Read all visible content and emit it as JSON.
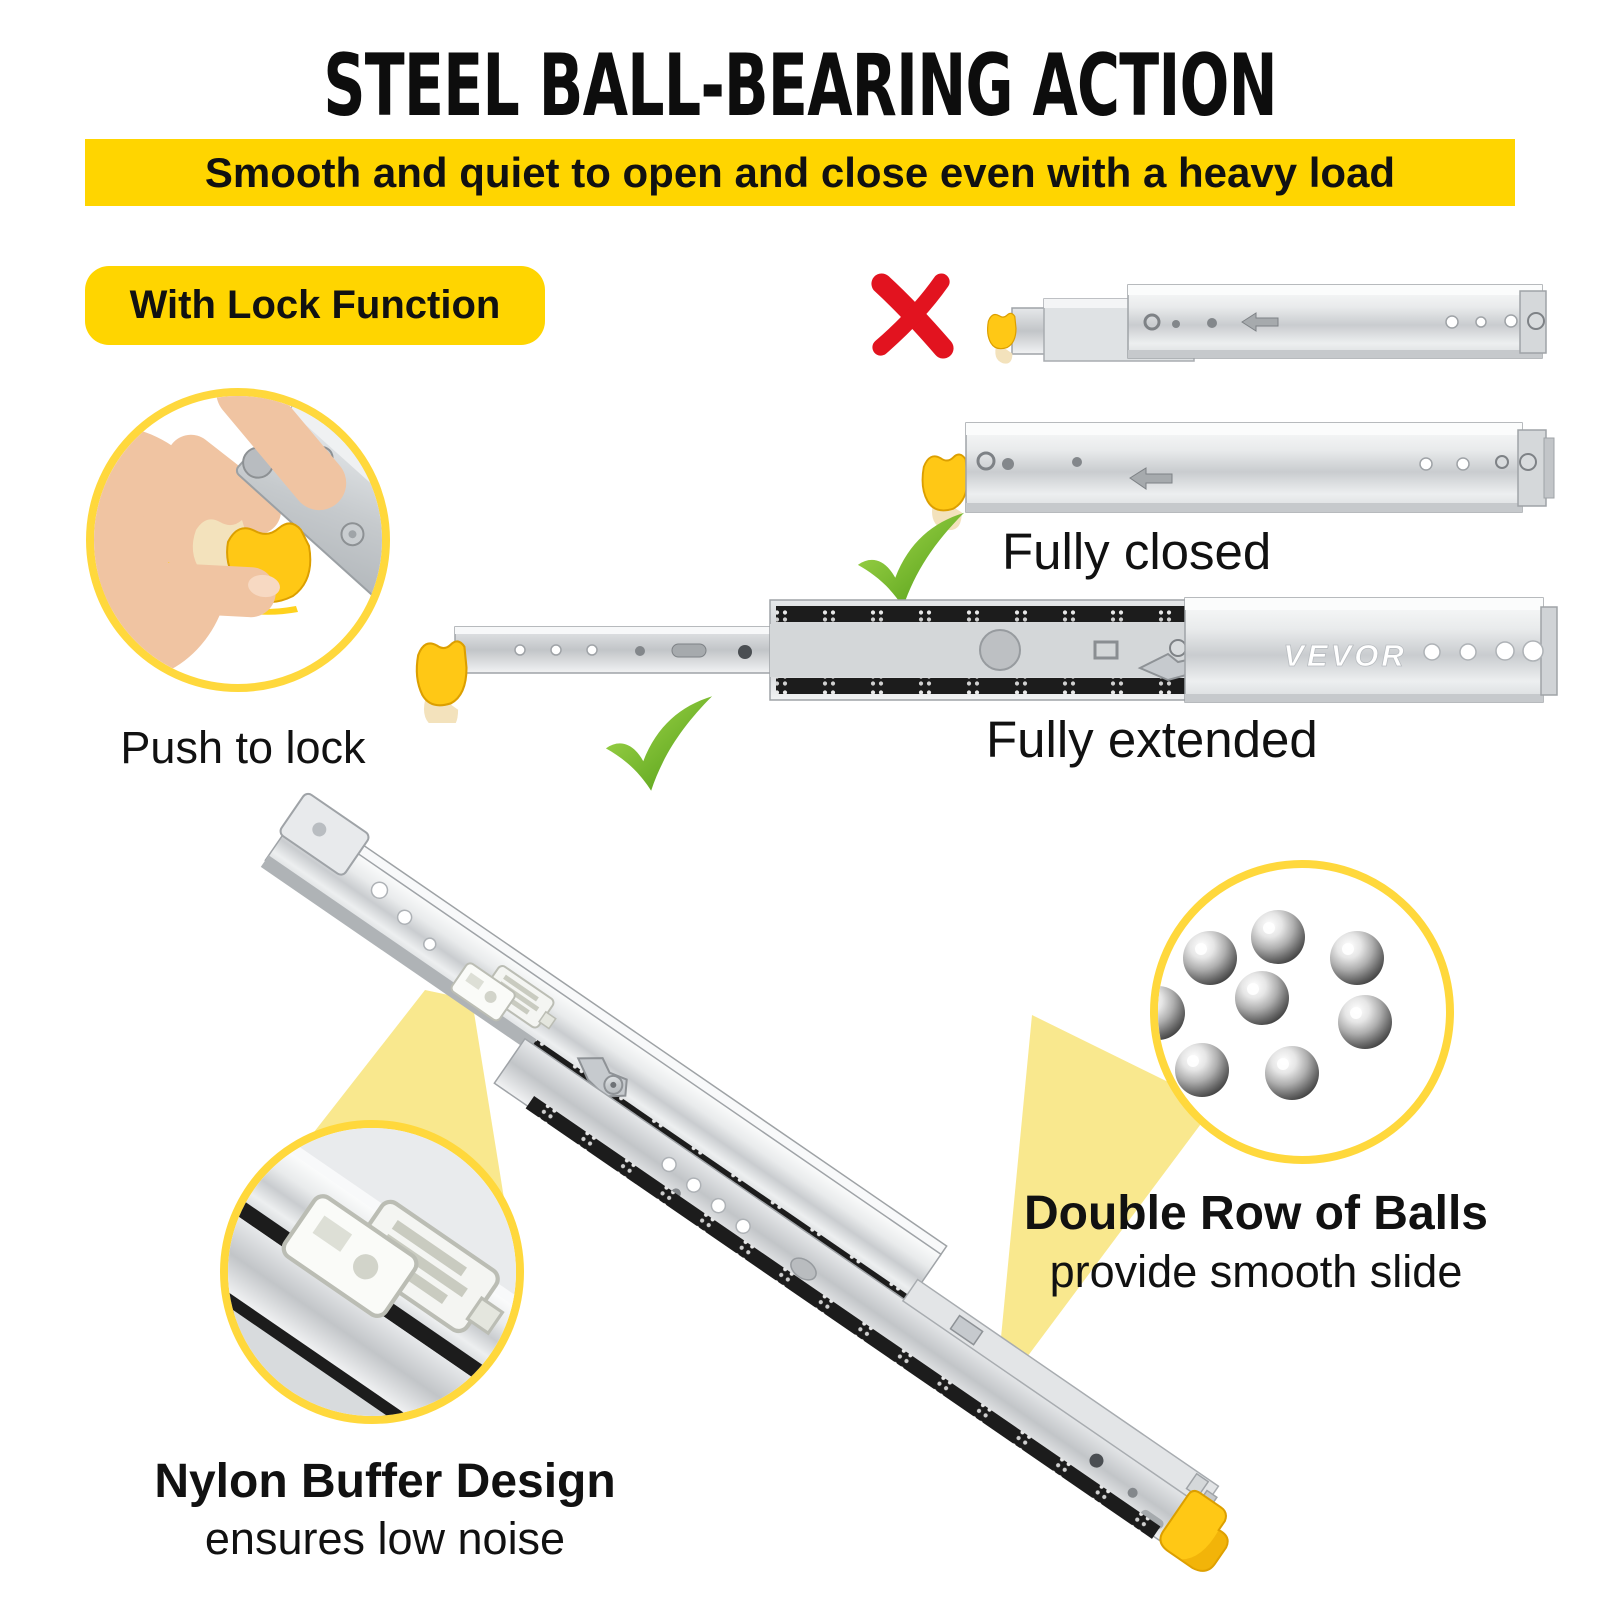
{
  "title": "STEEL BALL-BEARING ACTION",
  "banner": {
    "text": "Smooth and quiet to open and close even with a heavy load",
    "bg": "#FFD500"
  },
  "lock_badge": {
    "label": "With Lock Function",
    "bg": "#FFD500"
  },
  "lock_demo": {
    "caption": "Push to lock",
    "icon": "hand-pushing-yellow-lock-lever"
  },
  "comparison": {
    "wrong": {
      "icon": "red-x-mark",
      "meaning": "partially open slide - incorrect"
    },
    "closed": {
      "icon": "green-check-mark",
      "label": "Fully closed"
    },
    "extended": {
      "icon": "green-check-mark",
      "label": "Fully extended"
    }
  },
  "brand": {
    "logo": "VEVOR"
  },
  "features": [
    {
      "title": "Double Row of Balls",
      "subtitle": "provide smooth slide",
      "icon": "steel-balls"
    },
    {
      "title": "Nylon Buffer Design",
      "subtitle": "ensures low noise",
      "icon": "nylon-buffer-clip"
    }
  ],
  "colors": {
    "accent_yellow": "#FFD500",
    "ring_yellow": "#FFD83C",
    "beam_yellow": "#F9E88E",
    "lever_yellow": "#FFC815",
    "check_green": "#64B424",
    "cross_red": "#E2131F",
    "metal_gray": "#D9DCDE",
    "text_black": "#111111"
  }
}
